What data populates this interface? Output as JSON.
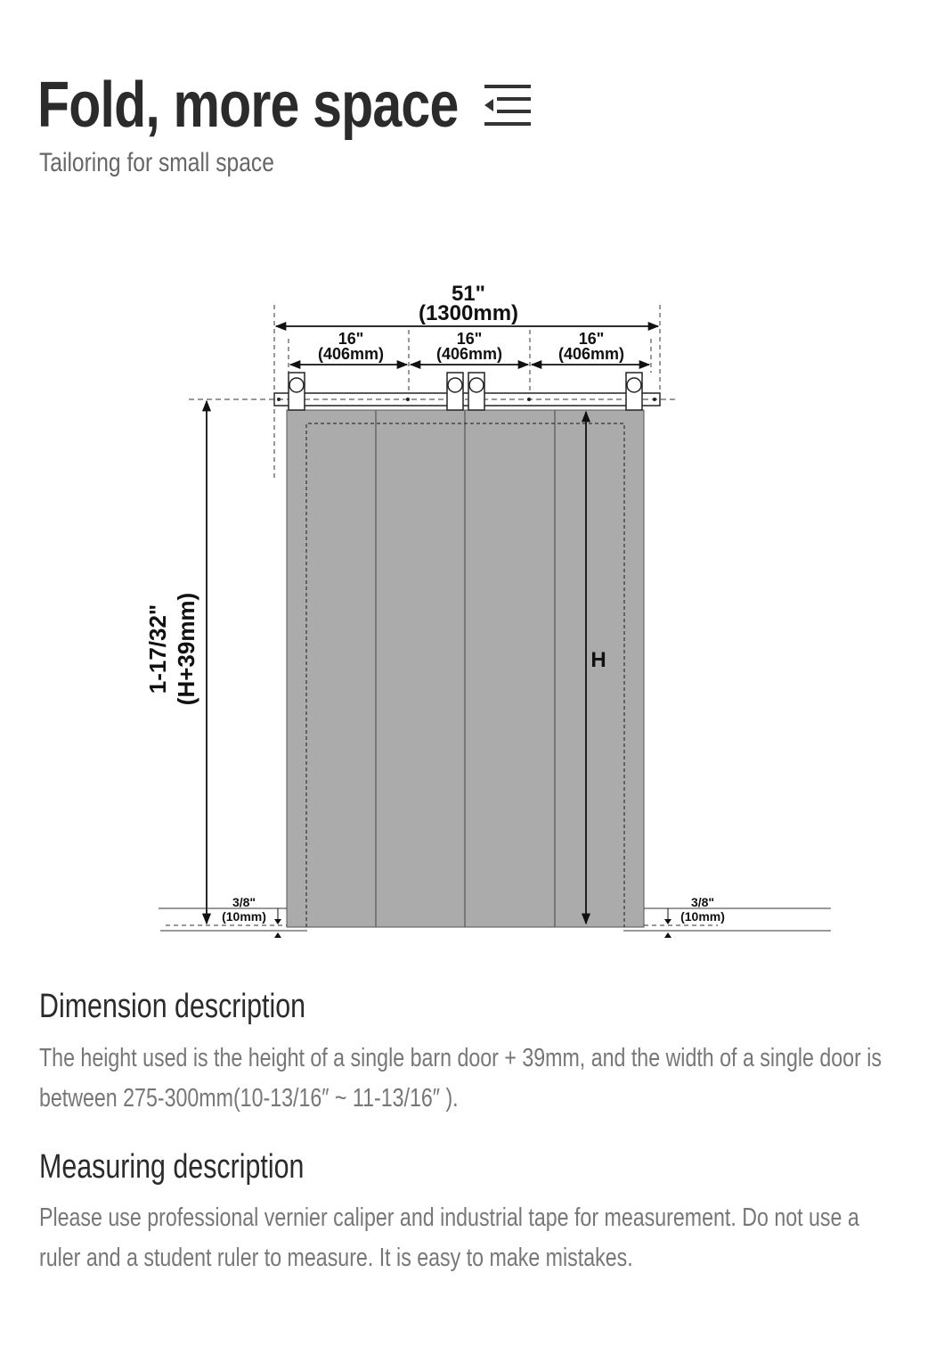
{
  "header": {
    "title": "Fold, more space",
    "subtitle": "Tailoring for small space",
    "icon": "collapse-menu-icon"
  },
  "diagram": {
    "total_width_in": "51\"",
    "total_width_mm": "(1300mm)",
    "segments": [
      {
        "in": "16\"",
        "mm": "(406mm)"
      },
      {
        "in": "16\"",
        "mm": "(406mm)"
      },
      {
        "in": "16\"",
        "mm": "(406mm)"
      }
    ],
    "height_in": "1-17/32\"",
    "height_mm": "(H+39mm)",
    "door_height_label": "H",
    "gap_left_in": "3/8\"",
    "gap_left_mm": "(10mm)",
    "gap_right_in": "3/8\"",
    "gap_right_mm": "(10mm)",
    "colors": {
      "door": "#ababab",
      "lines": "#111111"
    }
  },
  "sections": [
    {
      "heading": "Dimension description",
      "body": "The height used is the height of a single barn door + 39mm, and the width of a single door is between 275-300mm(10-13/16″ ~ 11-13/16″ )."
    },
    {
      "heading": "Measuring description",
      "body": "Please use professional vernier caliper and industrial tape for measurement. Do not use a ruler and a student ruler to measure. It is easy to make mistakes."
    }
  ]
}
